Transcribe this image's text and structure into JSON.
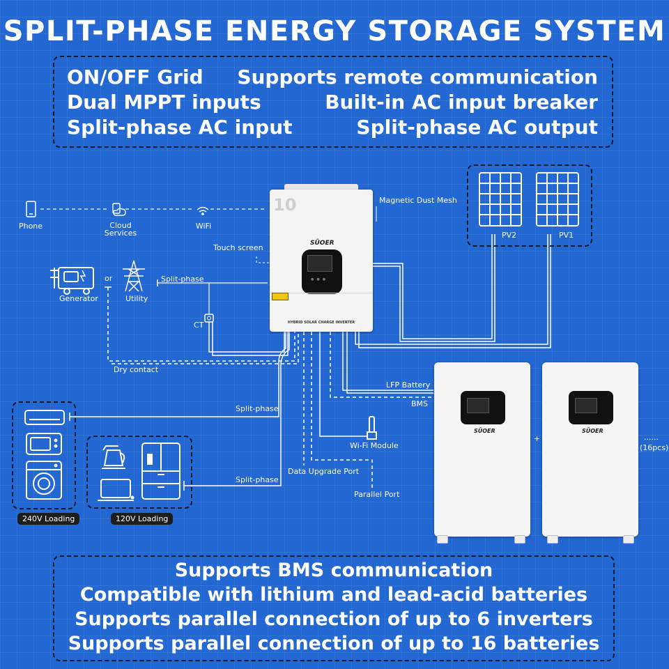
{
  "title": "SPLIT-PHASE ENERGY STORAGE SYSTEM",
  "features_left": [
    "ON/OFF Grid",
    "Dual MPPT inputs",
    "Split-phase AC input"
  ],
  "features_right": [
    "Supports remote communication",
    "Built-in AC input breaker",
    "Split-phase AC output"
  ],
  "labels": {
    "phone": "Phone",
    "cloud": "Cloud\nServices",
    "wifi": "WiFi",
    "magnetic_dust_mesh": "Magnetic Dust Mesh",
    "touch_screen": "Touch screen",
    "pv2": "PV2",
    "pv1": "PV1",
    "generator": "Generator",
    "or": "or",
    "utility": "Utility",
    "split_phase_in": "Split-phase",
    "ct": "CT",
    "dry_contact": "Dry contact",
    "split_phase_240": "Split-phase",
    "split_phase_120": "Split-phase",
    "lfp_battery": "LFP Battery",
    "bms": "BMS",
    "wifi_module": "Wi-Fi Module",
    "data_upgrade_port": "Data Upgrade Port",
    "parallel_port": "Parallel Port",
    "plus": "+",
    "more": "......",
    "count": "(16pcs)",
    "loading_240": "240V Loading",
    "loading_120": "120V Loading"
  },
  "inverter": {
    "model_badge": "10",
    "brand": "SŪOER",
    "caption": "HYBRID SOLAR CHARGE INVERTER"
  },
  "battery_brand": "SŪOER",
  "bottom_features": [
    "Supports BMS communication",
    "Compatible with lithium and lead-acid batteries",
    "Supports parallel connection of up to 6 inverters",
    "Supports parallel connection of up to 16 batteries"
  ],
  "colors": {
    "background": "#2267d2",
    "box_border": "#0d1a30",
    "text": "#ffffff",
    "device_body": "#f4f4f4",
    "display": "#111111",
    "warning_label": "#f2c413",
    "pill": "#1d1d1d"
  }
}
